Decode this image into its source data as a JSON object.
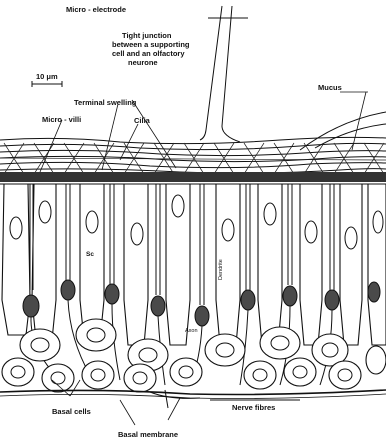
{
  "figure": {
    "labels": {
      "micro_electrode": "Micro - electrode",
      "tight_junction_line1": "Tight junction",
      "tight_junction_line2": "between a supporting",
      "tight_junction_line3": "cell and an olfactory",
      "tight_junction_line4": "neurone",
      "scale_bar": "10 μm",
      "terminal_swelling": "Terminal swelling",
      "micro_villi": "Micro - villi",
      "cilia": "Cilia",
      "mucus": "Mucus",
      "sc": "Sc",
      "dendrite": "Dendrite",
      "axon": "Axon",
      "nerve_fibres": "Nerve fibres",
      "basal_cells": "Basal cells",
      "basal_membrane": "Basal membrane"
    }
  }
}
